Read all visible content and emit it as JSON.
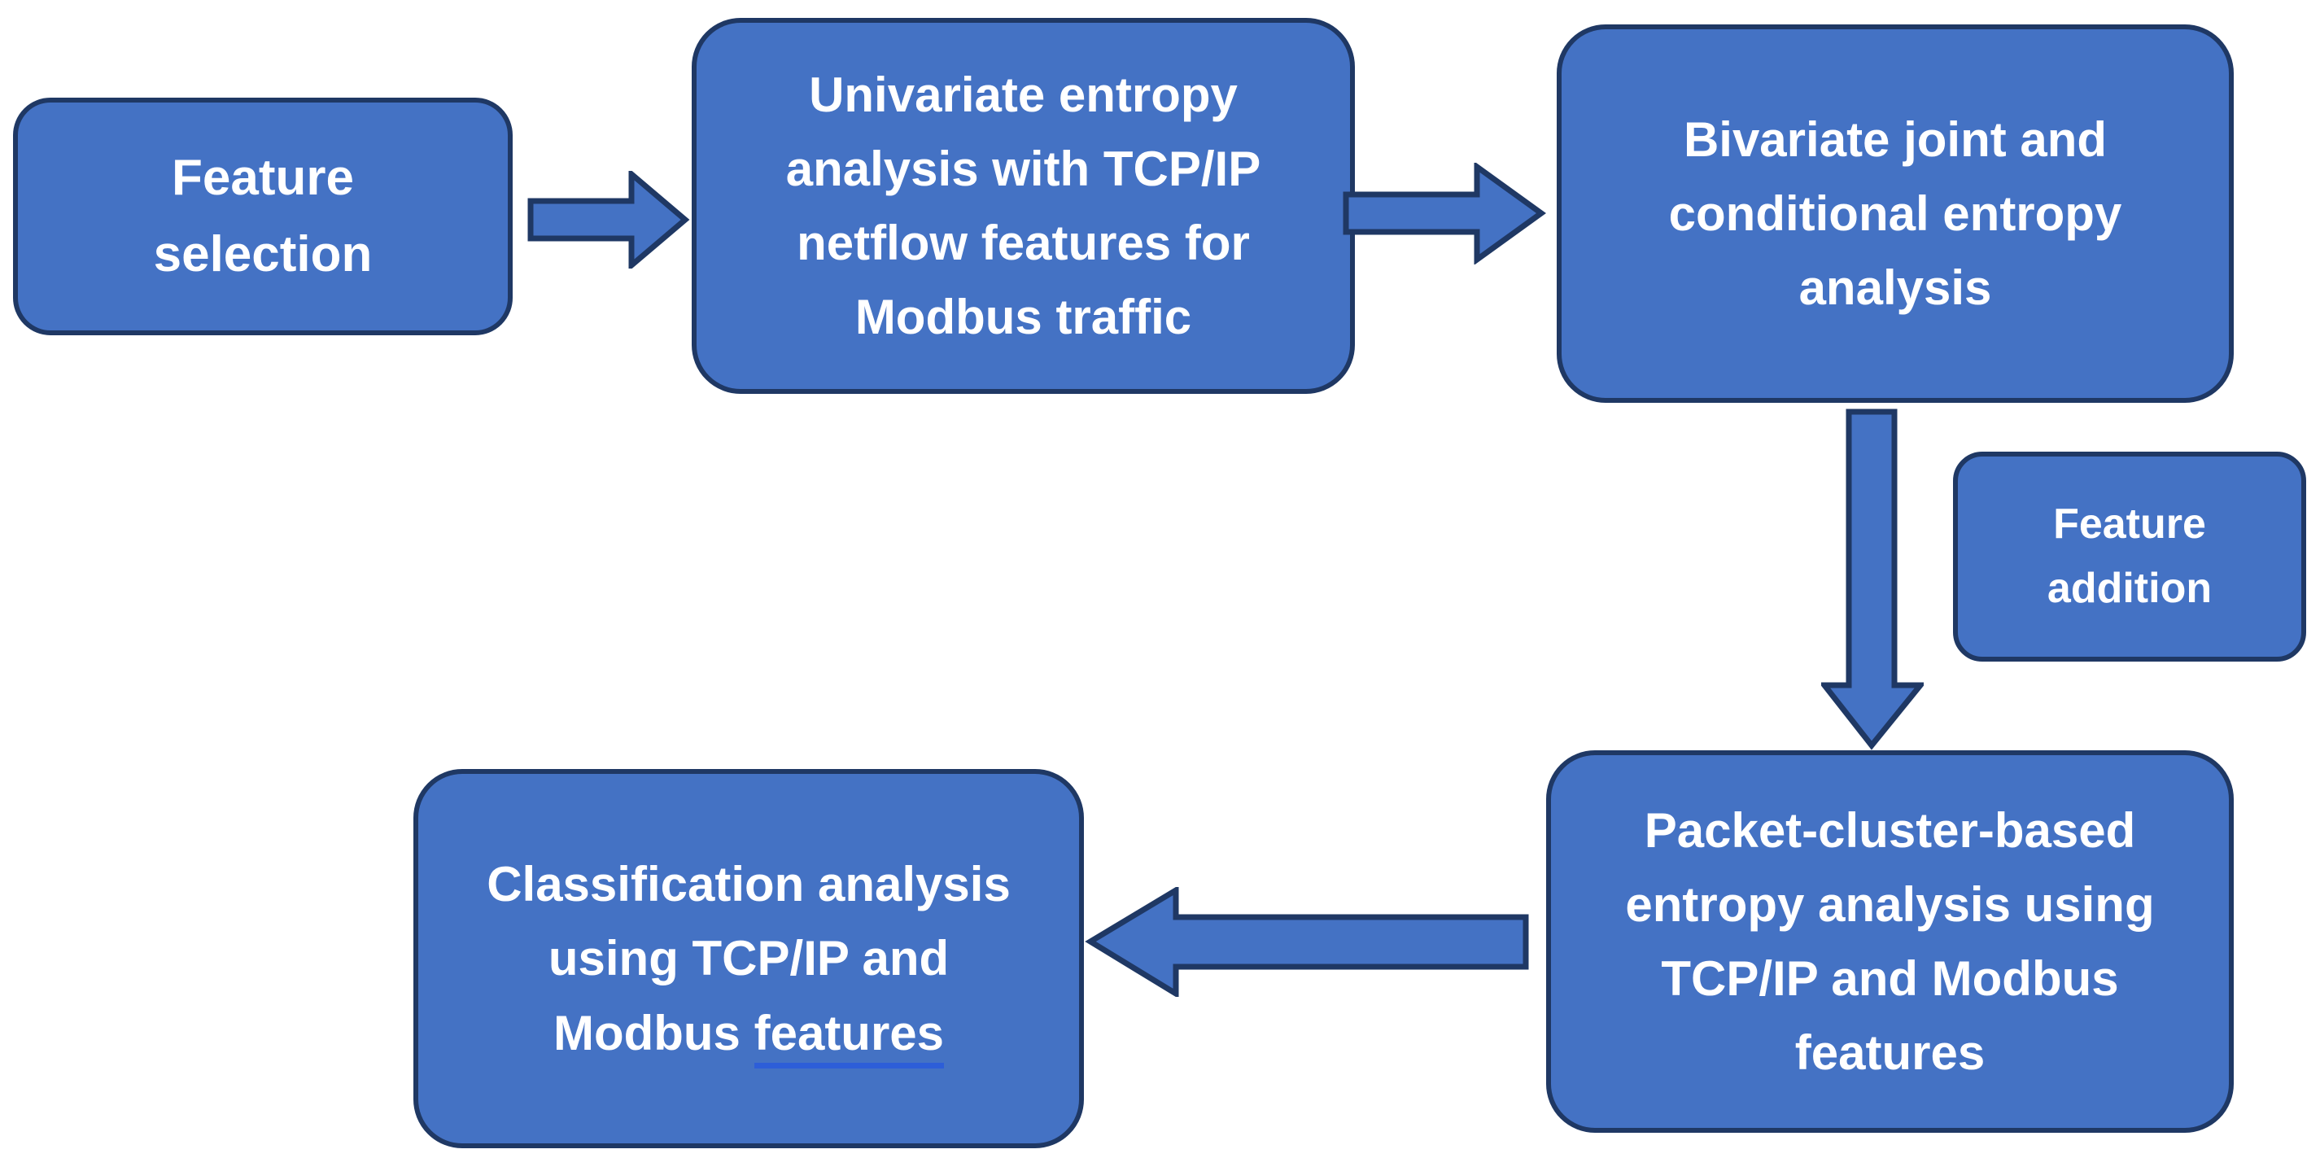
{
  "diagram": {
    "type": "flowchart",
    "background_color": "#ffffff",
    "box_fill_color": "#4472C4",
    "box_border_color": "#1f3864",
    "text_color": "#ffffff",
    "underline_color": "#2d5ed8",
    "nodes": {
      "feature_selection": {
        "text": "Feature\nselection"
      },
      "univariate": {
        "text": "Univariate entropy\nanalysis with TCP/IP\nnetflow features for\nModbus traffic"
      },
      "bivariate": {
        "text": "Bivariate joint and\nconditional entropy\nanalysis"
      },
      "feature_addition": {
        "text": "Feature\naddition"
      },
      "packet_cluster": {
        "text": "Packet-cluster-based\nentropy analysis using\nTCP/IP and Modbus\nfeatures"
      },
      "classification": {
        "text_prefix": "Classification analysis\nusing TCP/IP and\nModbus ",
        "text_underlined": "features"
      }
    },
    "arrows": [
      {
        "name": "feature-selection-to-univariate",
        "direction": "right"
      },
      {
        "name": "univariate-to-bivariate",
        "direction": "right"
      },
      {
        "name": "bivariate-to-packet-cluster",
        "direction": "down"
      },
      {
        "name": "packet-cluster-to-classification",
        "direction": "left"
      }
    ]
  }
}
